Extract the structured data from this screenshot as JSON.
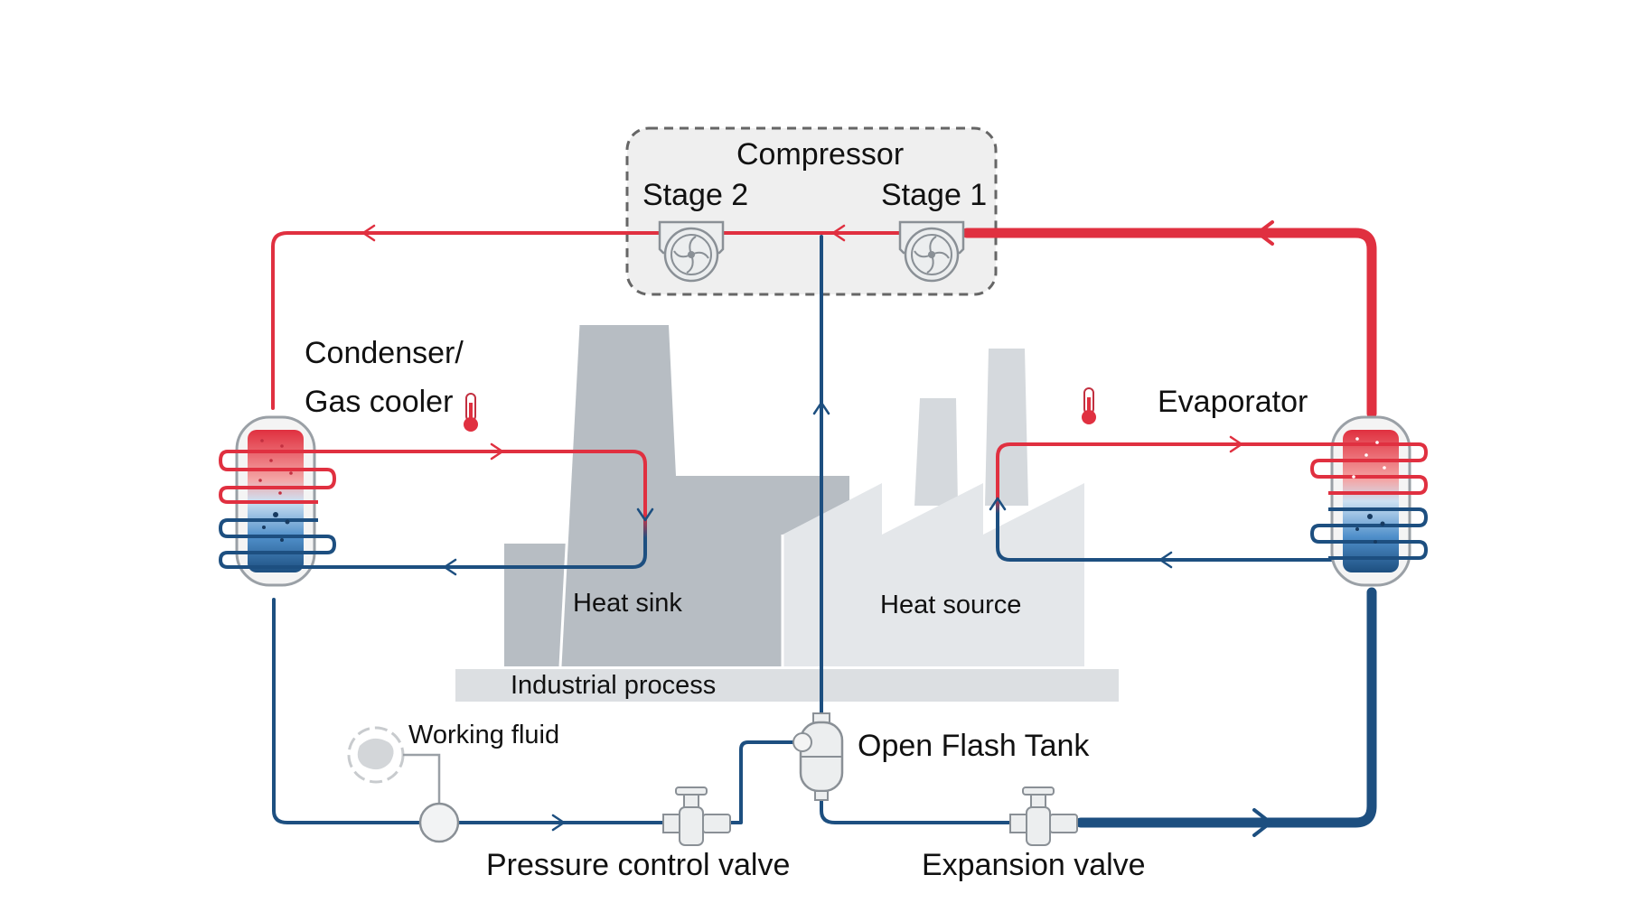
{
  "labels": {
    "compressor": "Compressor",
    "stage2": "Stage 2",
    "stage1": "Stage 1",
    "condenser_line1": "Condenser/",
    "condenser_line2": "Gas cooler",
    "evaporator": "Evaporator",
    "heat_sink": "Heat sink",
    "heat_source": "Heat source",
    "industrial_process": "Industrial process",
    "working_fluid": "Working fluid",
    "open_flash_tank": "Open Flash Tank",
    "pressure_control_valve": "Pressure control valve",
    "expansion_valve": "Expansion valve"
  },
  "colors": {
    "hot": "#e03040",
    "cold": "#1d4f80",
    "factory_dark": "#b7bdc3",
    "factory_light": "#e4e7ea",
    "compressor_box": "#efefef"
  },
  "icons": [
    "fan-icon",
    "thermometer-icon",
    "valve-icon",
    "flash-tank-icon",
    "working-fluid-icon"
  ]
}
